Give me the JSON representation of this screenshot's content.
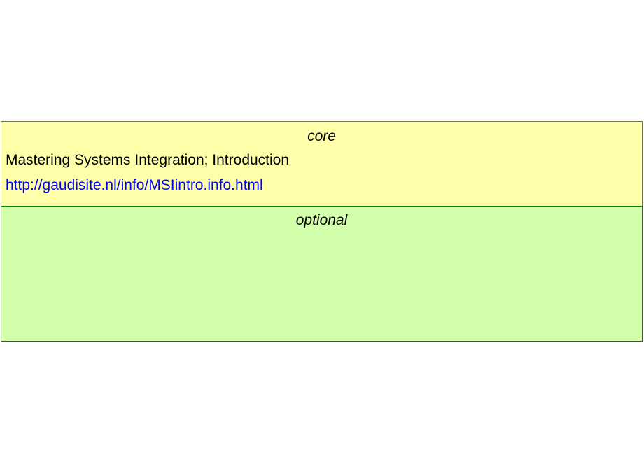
{
  "core": {
    "heading": "core",
    "title": "Mastering Systems Integration; Introduction",
    "link": "http://gaudisite.nl/info/MSIintro.info.html"
  },
  "optional": {
    "heading": "optional"
  },
  "colors": {
    "core_fill": "#ffffaa",
    "optional_fill": "#d4ffaa",
    "link": "#0000ff"
  }
}
